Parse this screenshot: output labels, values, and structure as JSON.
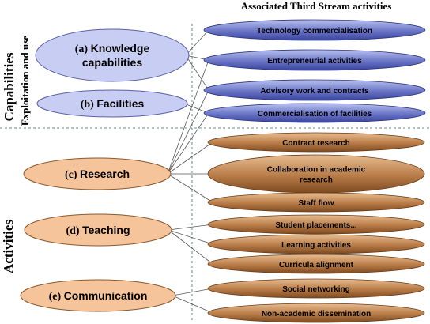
{
  "header": {
    "title": "Associated Third Stream activities"
  },
  "side_labels": {
    "capabilities": "Capabilities",
    "capabilities_sub": "Exploitation and use",
    "activities": "Activities"
  },
  "left_nodes": [
    {
      "id": "knowledge",
      "prefix": "(a)",
      "lines": [
        "Knowledge",
        "capabilities"
      ]
    },
    {
      "id": "facilities",
      "prefix": "(b)",
      "lines": [
        "Facilities"
      ]
    },
    {
      "id": "research",
      "prefix": "(c)",
      "lines": [
        "Research"
      ]
    },
    {
      "id": "teaching",
      "prefix": "(d)",
      "lines": [
        "Teaching"
      ]
    },
    {
      "id": "communication",
      "prefix": "(e)",
      "lines": [
        "Communication"
      ]
    }
  ],
  "right_nodes": [
    {
      "id": "tech-comm",
      "lines": [
        "Technology commercialisation"
      ]
    },
    {
      "id": "entrepreneurial",
      "lines": [
        "Entrepreneurial activities"
      ]
    },
    {
      "id": "advisory",
      "lines": [
        "Advisory work and contracts"
      ]
    },
    {
      "id": "comm-facilities",
      "lines": [
        "Commercialisation of facilities"
      ]
    },
    {
      "id": "contract-research",
      "lines": [
        "Contract research"
      ]
    },
    {
      "id": "collaboration",
      "lines": [
        "Collaboration in academic",
        "research"
      ]
    },
    {
      "id": "staff-flow",
      "lines": [
        "Staff flow"
      ]
    },
    {
      "id": "student-placements",
      "lines": [
        "Student placements..."
      ]
    },
    {
      "id": "learning",
      "lines": [
        "Learning activities"
      ]
    },
    {
      "id": "curricula",
      "lines": [
        "Curricula alignment"
      ]
    },
    {
      "id": "social",
      "lines": [
        "Social networking"
      ]
    },
    {
      "id": "dissemination",
      "lines": [
        "Non-academic dissemination"
      ]
    }
  ],
  "links": [
    [
      "knowledge",
      "tech-comm"
    ],
    [
      "knowledge",
      "entrepreneurial"
    ],
    [
      "knowledge",
      "advisory"
    ],
    [
      "facilities",
      "comm-facilities"
    ],
    [
      "research",
      "entrepreneurial"
    ],
    [
      "research",
      "advisory"
    ],
    [
      "research",
      "comm-facilities"
    ],
    [
      "research",
      "contract-research"
    ],
    [
      "research",
      "collaboration"
    ],
    [
      "research",
      "staff-flow"
    ],
    [
      "teaching",
      "student-placements"
    ],
    [
      "teaching",
      "learning"
    ],
    [
      "teaching",
      "curricula"
    ],
    [
      "communication",
      "social"
    ],
    [
      "communication",
      "dissemination"
    ]
  ],
  "colors": {
    "capability_fill": "#c8cdf4",
    "capability_stroke": "#5a62a8",
    "activity_left_fill": "#f6c49a",
    "activity_left_stroke": "#8a5a30",
    "blue_pill_top": "#a7b1e6",
    "blue_pill_bottom": "#3f4aa5",
    "brown_pill_top": "#d9a878",
    "brown_pill_bottom": "#8a5426",
    "line": "#555555",
    "guide": "#6b8a8a"
  }
}
